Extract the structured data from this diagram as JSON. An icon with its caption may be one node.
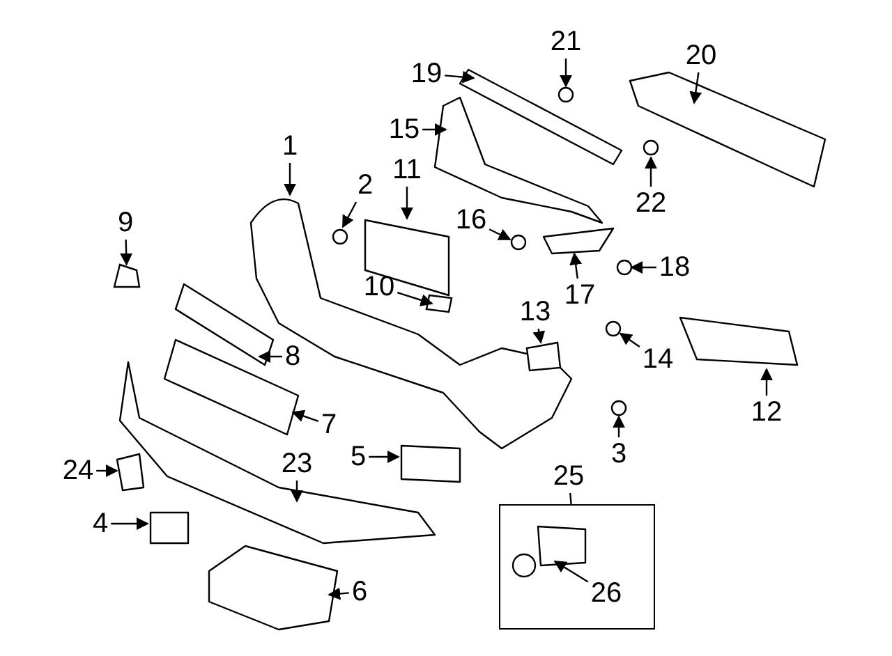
{
  "diagram": {
    "nodes": [
      {
        "text": [
          "21"
        ]
      },
      {
        "text": [
          "20"
        ]
      },
      {
        "text": [
          "19"
        ]
      },
      {
        "text": [
          "15"
        ]
      },
      {
        "text": [
          "1"
        ]
      },
      {
        "text": [
          "11"
        ]
      },
      {
        "text": [
          "2"
        ]
      },
      {
        "text": [
          "22"
        ]
      },
      {
        "text": [
          "16"
        ]
      },
      {
        "text": [
          "9"
        ]
      },
      {
        "text": [
          "18"
        ]
      },
      {
        "text": [
          "17"
        ]
      },
      {
        "text": [
          "10"
        ]
      },
      {
        "text": [
          "13"
        ]
      },
      {
        "text": [
          "14"
        ]
      },
      {
        "text": [
          "8"
        ]
      },
      {
        "text": [
          "12"
        ]
      },
      {
        "text": [
          "7"
        ]
      },
      {
        "text": [
          "3"
        ]
      },
      {
        "text": [
          "5"
        ]
      },
      {
        "text": [
          "24"
        ]
      },
      {
        "text": [
          "23"
        ]
      },
      {
        "text": [
          "25"
        ]
      },
      {
        "text": [],
        "shape": "box"
      },
      {
        "text": [
          "26"
        ],
        "in": 23
      },
      {
        "text": [
          "4"
        ]
      },
      {
        "text": [
          "6"
        ]
      },
      {
        "text": [],
        "shape": "box"
      },
      {
        "text": [],
        "shape": "circle"
      },
      {
        "text": [],
        "shape": "circle"
      },
      {
        "text": [],
        "shape": "box"
      }
    ],
    "edges": [
      {
        "from": 0,
        "to": null,
        "arrow": "to"
      },
      {
        "from": 1,
        "to": null,
        "arrow": "to"
      },
      {
        "from": 2,
        "to": null,
        "arrow": "to"
      },
      {
        "from": 3,
        "to": null,
        "arrow": "to"
      },
      {
        "from": 4,
        "to": null,
        "arrow": "to"
      },
      {
        "from": 5,
        "to": null,
        "arrow": "to"
      },
      {
        "from": 6,
        "to": null,
        "arrow": "to"
      },
      {
        "from": 7,
        "to": null,
        "arrow": "to"
      },
      {
        "from": 8,
        "to": null,
        "arrow": "to"
      },
      {
        "from": 9,
        "to": 30,
        "arrow": "to"
      },
      {
        "from": 10,
        "to": 28,
        "arrow": "to"
      },
      {
        "from": 11,
        "to": null,
        "arrow": "to"
      },
      {
        "from": 12,
        "to": null,
        "arrow": "to"
      },
      {
        "from": 13,
        "to": 27,
        "arrow": "to"
      },
      {
        "from": 14,
        "to": 29,
        "arrow": "to"
      },
      {
        "from": 15,
        "to": null,
        "arrow": "to"
      },
      {
        "from": 16,
        "to": null,
        "arrow": "to"
      },
      {
        "from": 17,
        "to": null,
        "arrow": "to"
      },
      {
        "from": 18,
        "to": null,
        "arrow": "to"
      },
      {
        "from": 19,
        "to": null,
        "arrow": "to"
      },
      {
        "from": 20,
        "to": null,
        "arrow": "to"
      },
      {
        "from": 21,
        "to": null,
        "arrow": "to"
      },
      {
        "from": 22,
        "to": 23,
        "arrow": "none"
      },
      {
        "from": 24,
        "to": null,
        "arrow": "to"
      },
      {
        "from": 25,
        "to": null,
        "arrow": "to"
      },
      {
        "from": 26,
        "to": null,
        "arrow": "to"
      }
    ]
  }
}
